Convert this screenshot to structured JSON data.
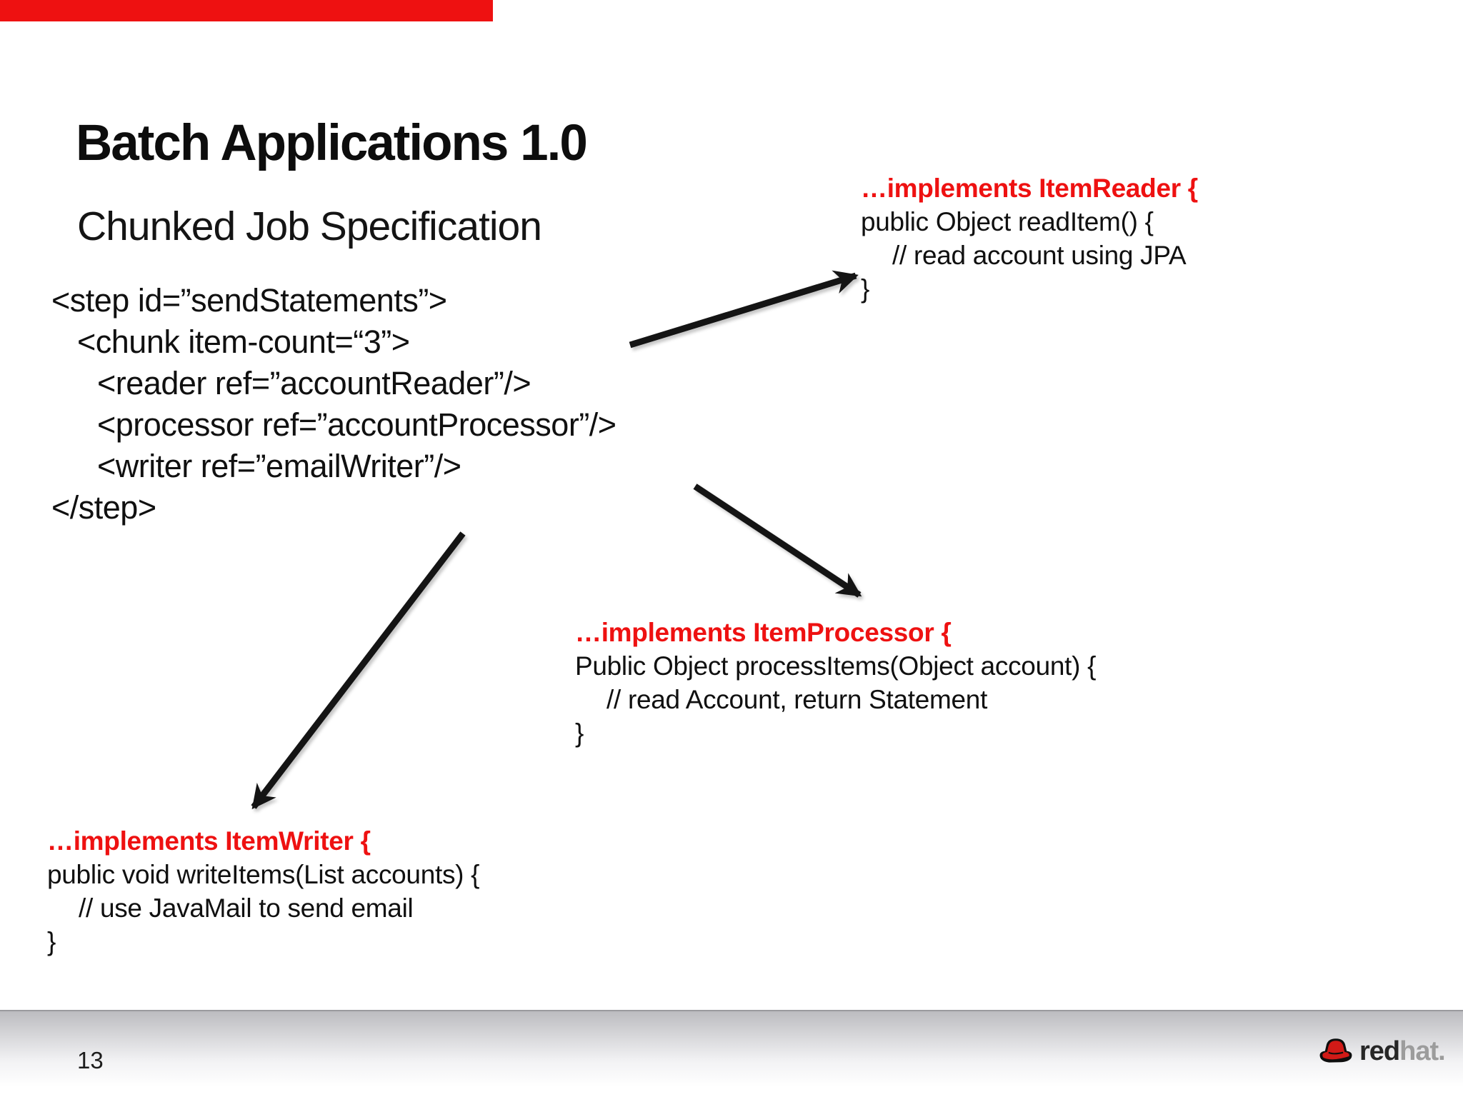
{
  "slide": {
    "title": "Batch Applications 1.0",
    "subtitle": "Chunked Job Specification",
    "colors": {
      "accent_red": "#ee1111"
    },
    "xml_code": {
      "lines": [
        {
          "text": "<step id=”sendStatements”>",
          "indent": 0
        },
        {
          "text": "<chunk item-count=“3”>",
          "indent": 1
        },
        {
          "text": "<reader ref=”accountReader”/>",
          "indent": 2
        },
        {
          "text": "<processor ref=”accountProcessor”/>",
          "indent": 2
        },
        {
          "text": "<writer ref=”emailWriter”/>",
          "indent": 2
        },
        {
          "text": "</step>",
          "indent": 0
        }
      ]
    },
    "snippets": [
      {
        "name": "ItemReader",
        "header": "…implements ItemReader {",
        "lines": [
          "public Object readItem() {",
          "// read account using JPA",
          "}"
        ]
      },
      {
        "name": "ItemProcessor",
        "header": "…implements ItemProcessor {",
        "lines": [
          "Public Object processItems(Object account) {",
          "// read Account, return Statement",
          "}"
        ]
      },
      {
        "name": "ItemWriter",
        "header": "…implements ItemWriter {",
        "lines": [
          "public void writeItems(List accounts) {",
          "// use JavaMail to send email",
          "}"
        ]
      }
    ],
    "footer": {
      "page_number": "13",
      "logo": {
        "word_red": "red",
        "word_hat": "hat."
      }
    }
  }
}
